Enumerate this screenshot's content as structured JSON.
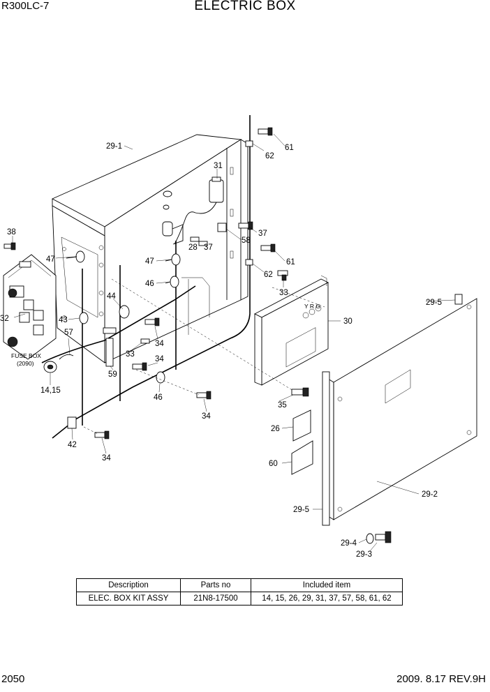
{
  "header": {
    "model": "R300LC-7",
    "title": "ELECTRIC BOX"
  },
  "callouts": {
    "c29_1": "29-1",
    "c31": "31",
    "c62a": "62",
    "c61a": "61",
    "c38": "38",
    "c47a": "47",
    "c47b": "47",
    "c37a": "37",
    "c58": "58",
    "c28": "28",
    "c37b": "37",
    "c61b": "61",
    "c62b": "62",
    "c46a": "46",
    "c33a": "33",
    "c29_5a": "29-5",
    "c32": "32",
    "c44": "44",
    "c30": "30",
    "c43": "43",
    "c34a": "34",
    "c57": "57",
    "c33b": "33",
    "c34b": "34",
    "fuse_box": "FUSE BOX",
    "fuse_box_no": "(2090)",
    "c59": "59",
    "c14_15": "14,15",
    "c46b": "46",
    "c35": "35",
    "c34c": "34",
    "c26": "26",
    "c42": "42",
    "c34d": "34",
    "c60": "60",
    "c29_2": "29-2",
    "c29_5b": "29-5",
    "c29_4": "29-4",
    "c29_3": "29-3",
    "lamp_letters": "Y R G"
  },
  "table": {
    "headers": [
      "Description",
      "Parts no",
      "Included item"
    ],
    "rows": [
      [
        "ELEC. BOX KIT ASSY",
        "21N8-17500",
        "14, 15, 26, 29, 31, 37, 57, 58, 61, 62"
      ]
    ]
  },
  "footer": {
    "page": "2050",
    "date_rev": "2009. 8.17  REV.9H"
  }
}
